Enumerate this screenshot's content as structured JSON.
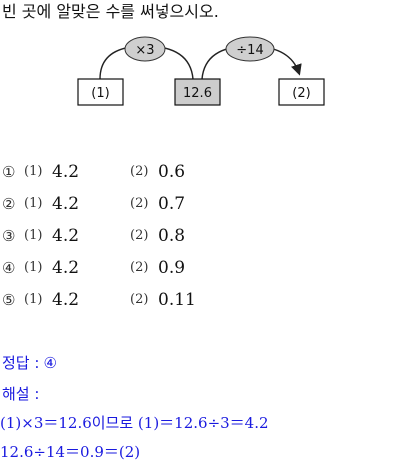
{
  "question": {
    "text": "빈 곳에 알맞은 수를 써넣으시오."
  },
  "diagram": {
    "boxes": [
      {
        "label": "(1)",
        "shaded": false
      },
      {
        "label": "12.6",
        "shaded": true
      },
      {
        "label": "(2)",
        "shaded": false
      }
    ],
    "operations": [
      {
        "label": "×3"
      },
      {
        "label": "÷14"
      }
    ]
  },
  "options": [
    {
      "num": "①",
      "p1": "(1)",
      "v1": "4.2",
      "p2": "(2)",
      "v2": "0.6"
    },
    {
      "num": "②",
      "p1": "(1)",
      "v1": "4.2",
      "p2": "(2)",
      "v2": "0.7"
    },
    {
      "num": "③",
      "p1": "(1)",
      "v1": "4.2",
      "p2": "(2)",
      "v2": "0.8"
    },
    {
      "num": "④",
      "p1": "(1)",
      "v1": "4.2",
      "p2": "(2)",
      "v2": "0.9"
    },
    {
      "num": "⑤",
      "p1": "(1)",
      "v1": "4.2",
      "p2": "(2)",
      "v2": "0.11"
    }
  ],
  "answer": {
    "label": "정답 :",
    "value": "④"
  },
  "explanation": {
    "label": "해설 :",
    "line1": "(1)×3＝12.6이므로 (1)＝12.6÷3＝4.2",
    "line2": "12.6÷14＝0.9＝(2)"
  }
}
